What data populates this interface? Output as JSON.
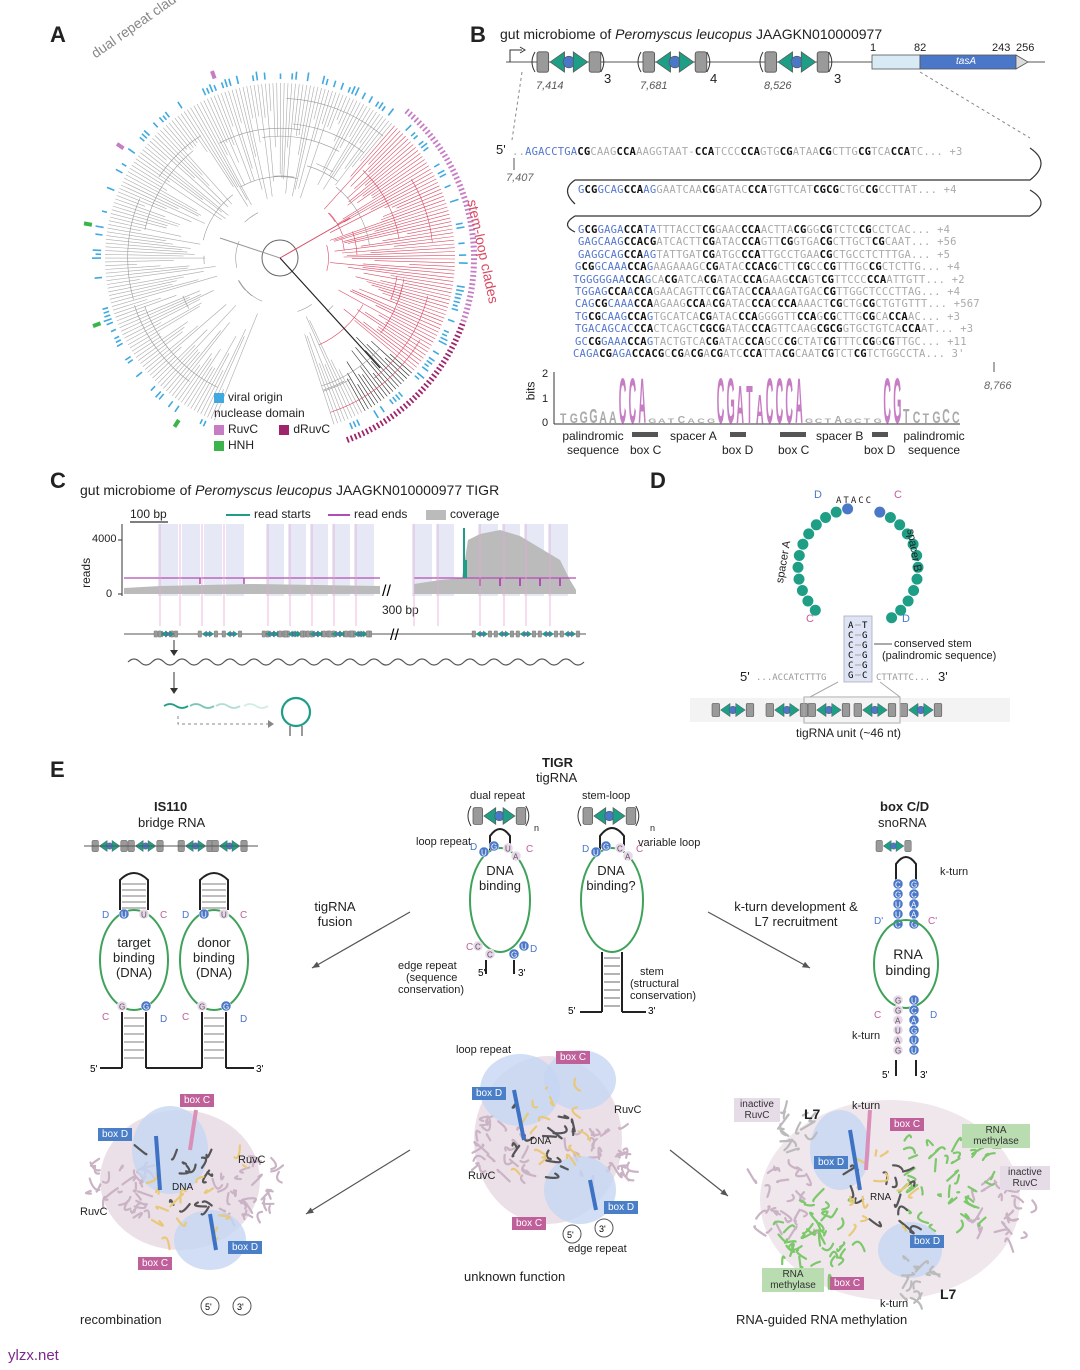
{
  "panels": {
    "A": "A",
    "B": "B",
    "C": "C",
    "D": "D",
    "E": "E"
  },
  "panelA": {
    "label_dual": "dual repeat clades",
    "label_stem": "stem-loop clades",
    "legend": {
      "viral": "viral origin",
      "nuclease": "nuclease domain",
      "ruvc": "RuvC",
      "druvc": "dRuvC",
      "hnh": "HNH"
    },
    "colors": {
      "viral": "#3fa9e0",
      "ruvc": "#c77dc4",
      "druvc": "#a0246b",
      "hnh": "#3bb54a",
      "stem": "#d94a63",
      "dual": "#aaaaaa"
    }
  },
  "panelB": {
    "title_pre": "gut microbiome of ",
    "title_species": "Peromyscus leucopus",
    "title_post": " JAAGKN010000977",
    "positions": [
      "7,414",
      "7,681",
      "8,526"
    ],
    "counts": [
      "3",
      "4",
      "3"
    ],
    "gene_ticks": [
      "1",
      "82",
      "243",
      "256"
    ],
    "gene_name": "tasA",
    "seq_start": "7,407",
    "seq_end": "8,766",
    "five": "5'",
    "three": "3'",
    "rows": [
      {
        "seq": "..AGACCTGACGCAAGCCAAAGGTAAT-CCATCCCCCAGTGCGATAACGCTTGCGTCACCATC...",
        "tail": "+3"
      },
      {
        "seq": "GCGGCAGCCAAGGAATCAACGGATACCCATGTTCATCGCGCTGCCGCCTTAT...",
        "tail": "+4"
      },
      {
        "seq": "GCGGAGACCATATTTACCTCGGAACCCAACTTACGGGCGTCTCCGCCTCAC...",
        "tail": "+4"
      },
      {
        "seq": "GAGCAAGCCACGATCACTTCGATACCCAGTTCGGTGACGCTTGCTCGCAAT...",
        "tail": "+56"
      },
      {
        "seq": "GAGGCAGCCAAGTATTGATCGATGCCCATTGCCTGAACGCTGCCTCTTTGA...",
        "tail": "+5"
      },
      {
        "seq": "GCGGCAAACCAGAAGAAAGCCGATACCCACGCTTCGCCCGTTTGCCGCTCTTG...",
        "tail": "+4"
      },
      {
        "seq": "TGGGGGAACCAGCACGATCACGATACCCAGAAGCCAGTCGTTCCCCCAATTGTT...",
        "tail": "+2"
      },
      {
        "seq": "TGGAGCCAACCAGAACAGTTCCGATACCCAAAGATGACCGTTGGCTCCCTTAG...",
        "tail": "+4"
      },
      {
        "seq": "CAGCGCAAACCAAGAAGCCAACGATACCCACCCAAAACTCGCTGCGCTGTGTTT...",
        "tail": "+567"
      },
      {
        "seq": "TGCGCAAGCCAGTGCATCACGATACCCAGGGGTTCCAGCGCTTGCGCACCAAC...",
        "tail": "+3"
      },
      {
        "seq": "TGACAGCACCCACTCAGCTCGCGATACCCAGTTCAAGCGCGGTGCTGTCACCAAT...",
        "tail": "+3"
      },
      {
        "seq": "GCCGGAAACCAGTACTGTCACGATACCCAGCCCGCTATCGTTTCCGGCGTTGC...",
        "tail": "+11"
      },
      {
        "seq": "CAGACGAGACCACGCCGACGACGATCCCATTACGCAATCGTCTCGTCTGGCCTA...",
        "tail": "3'"
      }
    ],
    "bits_label": "bits",
    "bits_ticks": [
      "2",
      "1",
      "0"
    ],
    "logo_labels": [
      "palindromic sequence",
      "box C",
      "spacer A",
      "box D",
      "box C",
      "spacer B",
      "box D",
      "palindromic sequence"
    ]
  },
  "panelC": {
    "title_pre": "gut microbiome of ",
    "title_species": "Peromyscus leucopus",
    "title_post": " JAAGKN010000977 TIGR",
    "scale": "100 bp",
    "legend": [
      "read starts",
      "read ends",
      "coverage"
    ],
    "y_label": "reads",
    "y_ticks": [
      "4000",
      "0"
    ],
    "gap": "300 bp",
    "colors": {
      "starts": "#1f9e86",
      "ends": "#b24db5",
      "coverage": "#bbbbbb"
    }
  },
  "panelD": {
    "spacer_a": "spacer A",
    "spacer_b": "spacer B",
    "stem_label": "conserved stem",
    "stem_sub": "(palindromic sequence)",
    "five": "5'",
    "three": "3'",
    "left_seq": "...ACCATCTTTG",
    "right_seq": "CTTATTC...",
    "loop_top": "ATACC",
    "unit": "tigRNA unit (~46 nt)",
    "letters": {
      "D": "D",
      "C": "C"
    }
  },
  "panelE": {
    "center_title": "TIGR",
    "center_sub": "tigRNA",
    "dual_repeat": "dual repeat",
    "stem_loop": "stem-loop",
    "n": "n",
    "loop_repeat": "loop repeat",
    "variable_loop": "variable loop",
    "dna_binding": "DNA binding",
    "dna_binding_q": "DNA binding?",
    "edge_repeat": "edge repeat",
    "edge_sub1": "(sequence",
    "edge_sub2": "conservation)",
    "stem": "stem",
    "stem_sub1": "(structural",
    "stem_sub2": "conservation)",
    "is110": "IS110",
    "bridge": "bridge RNA",
    "target": "target binding (DNA)",
    "donor": "donor binding (DNA)",
    "fusion": "tigRNA fusion",
    "boxcd": "box C/D",
    "snorna": "snoRNA",
    "kturn": "k-turn",
    "kturn_dev": "k-turn development & L7 recruitment",
    "rna_binding": "RNA binding",
    "bottom_left": "recombination",
    "bottom_center": "unknown function",
    "bottom_right": "RNA-guided RNA methylation",
    "struct_labels": {
      "boxC": "box C",
      "boxD": "box D",
      "ruvc": "RuvC",
      "dna": "DNA",
      "rna": "RNA",
      "loop_repeat": "loop repeat",
      "edge_repeat": "edge repeat",
      "inactive_ruvc": "inactive RuvC",
      "rna_methylase": "RNA methylase",
      "l7": "L7",
      "kturn": "k-turn",
      "five": "5'",
      "three": "3'"
    }
  },
  "footer": "ylzx.net"
}
